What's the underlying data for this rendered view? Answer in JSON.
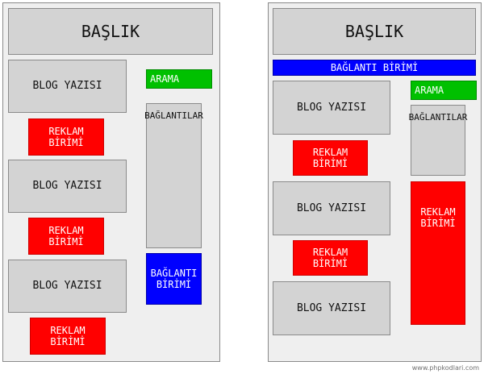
{
  "left_layout": {
    "header": "BAŞLIK",
    "search": "ARAMA",
    "links": "BAĞLANTILAR",
    "link_unit": "BAĞLANTI BİRİMİ",
    "posts": [
      "BLOG YAZISI",
      "BLOG YAZISI",
      "BLOG YAZISI"
    ],
    "ads": [
      "REKLAM BİRİMİ",
      "REKLAM BİRİMİ",
      "REKLAM BİRİMİ"
    ]
  },
  "right_layout": {
    "header": "BAŞLIK",
    "link_unit": "BAĞLANTI BİRİMİ",
    "search": "ARAMA",
    "links": "BAĞLANTILAR",
    "ad_sidebar": "REKLAM BİRİMİ",
    "posts": [
      "BLOG YAZISI",
      "BLOG YAZISI",
      "BLOG YAZISI"
    ],
    "ads": [
      "REKLAM BİRİMİ",
      "REKLAM BİRİMİ"
    ]
  },
  "watermark": "www.phpkodlari.com",
  "colors": {
    "panel": "#efefef",
    "block": "#d3d3d3",
    "ad": "#ff0000",
    "search": "#00c000",
    "link_unit": "#0000ff"
  }
}
